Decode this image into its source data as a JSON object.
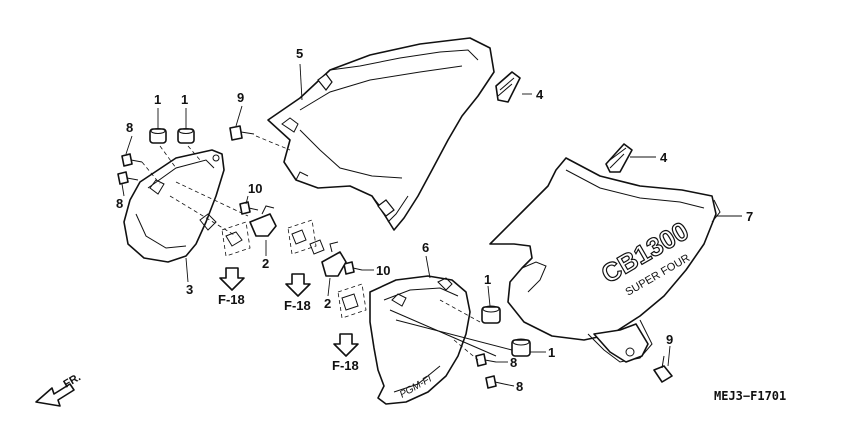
{
  "diagram": {
    "drawing_code": "MEJ3−F1701",
    "direction_arrow": "FR.",
    "cover_lettering": {
      "model": "CB1300",
      "subtitle": "SUPER FOUR",
      "badge": "PGM-FI"
    },
    "callouts": [
      "1",
      "1",
      "9",
      "8",
      "8",
      "5",
      "4",
      "4",
      "7",
      "10",
      "2",
      "2",
      "10",
      "6",
      "1",
      "1",
      "8",
      "8",
      "9",
      "3"
    ],
    "references": [
      "F-18",
      "F-18",
      "F-18"
    ]
  }
}
